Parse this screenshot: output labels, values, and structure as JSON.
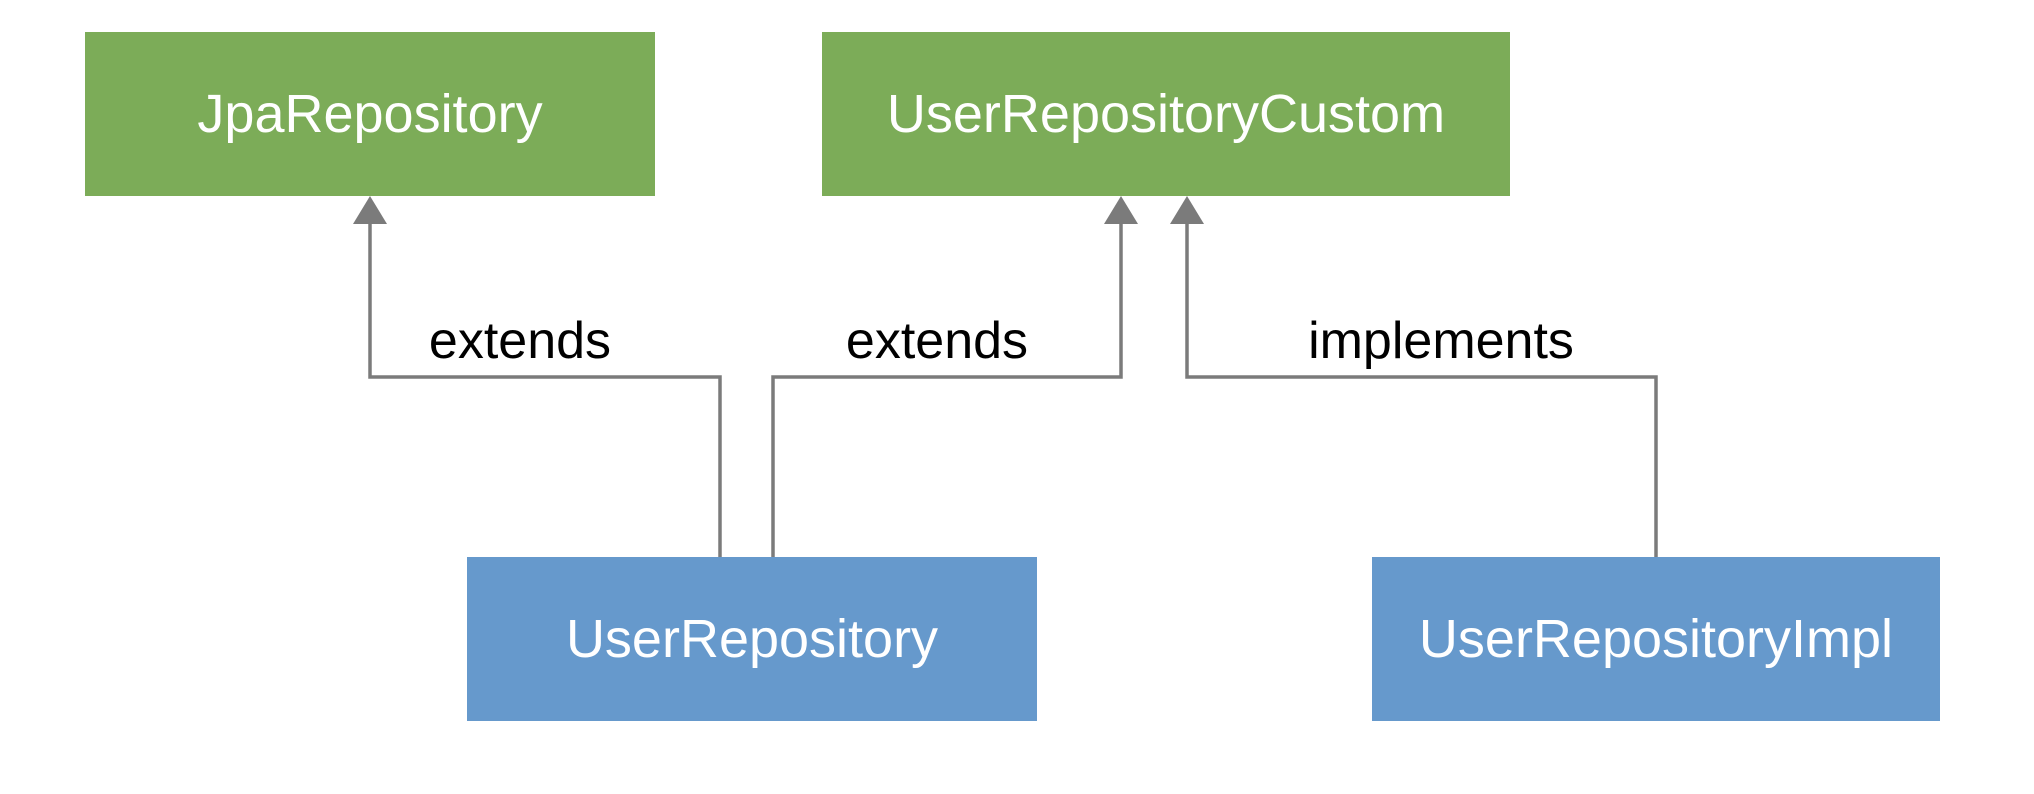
{
  "diagram": {
    "nodes": [
      {
        "id": "jpa-repository",
        "label": "JpaRepository",
        "fill": "green"
      },
      {
        "id": "user-repository-custom",
        "label": "UserRepositoryCustom",
        "fill": "green"
      },
      {
        "id": "user-repository",
        "label": "UserRepository",
        "fill": "blue"
      },
      {
        "id": "user-repository-impl",
        "label": "UserRepositoryImpl",
        "fill": "blue"
      }
    ],
    "edges": [
      {
        "id": "user-repository-extends-jpa-repository",
        "label": "extends",
        "from": "UserRepository",
        "to": "JpaRepository"
      },
      {
        "id": "user-repository-extends-user-repository-custom",
        "label": "extends",
        "from": "UserRepository",
        "to": "UserRepositoryCustom"
      },
      {
        "id": "user-repository-impl-implements-custom",
        "label": "implements",
        "from": "UserRepositoryImpl",
        "to": "UserRepositoryCustom"
      }
    ]
  },
  "colors": {
    "background": "#ffffff",
    "green": "#7cac58",
    "blue": "#6699cc",
    "line": "#7b7b7b",
    "node_text": "#ffffff",
    "label_text": "#000000"
  }
}
